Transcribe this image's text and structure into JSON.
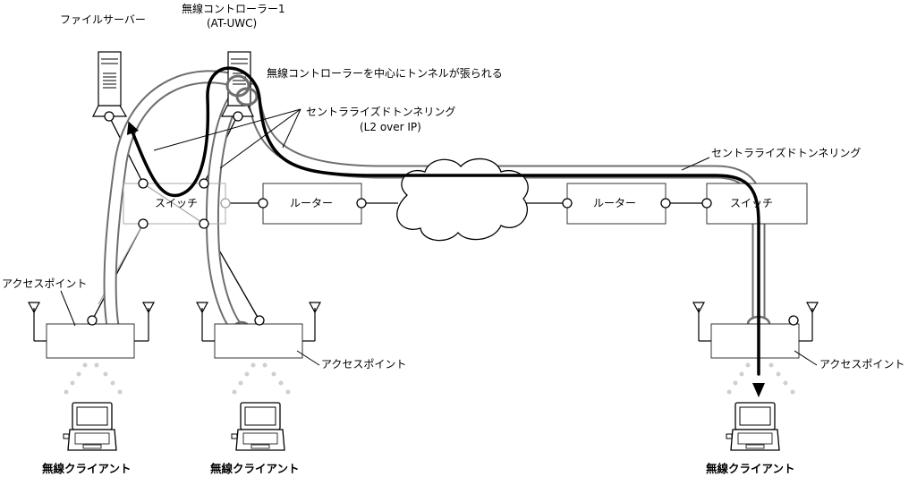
{
  "diagram": {
    "file_server_label": "ファイルサーバー",
    "controller": {
      "label": "無線コントローラー1",
      "model": "(AT-UWC)"
    },
    "tunnel_center_note": "無線コントローラーを中心にトンネルが張られる",
    "tunneling_label_center": {
      "line1": "セントラライズドトンネリング",
      "line2": "(L2 over IP)"
    },
    "tunneling_label_right": "セントラライズドトンネリング",
    "switch_left_label": "スイッチ",
    "switch_right_label": "スイッチ",
    "router_left_label": "ルーター",
    "router_right_label": "ルーター",
    "access_point_left_label": "アクセスポイント",
    "access_point_mid_label": "アクセスポイント",
    "access_point_right_label": "アクセスポイント",
    "client_labels": [
      "無線クライアント",
      "無線クライアント",
      "無線クライアント"
    ],
    "colors": {
      "line": "#000000",
      "tunnel": "#6e6e6e",
      "muted": "#a8a8a8",
      "wireless_wave": "#cfcfcf"
    }
  }
}
